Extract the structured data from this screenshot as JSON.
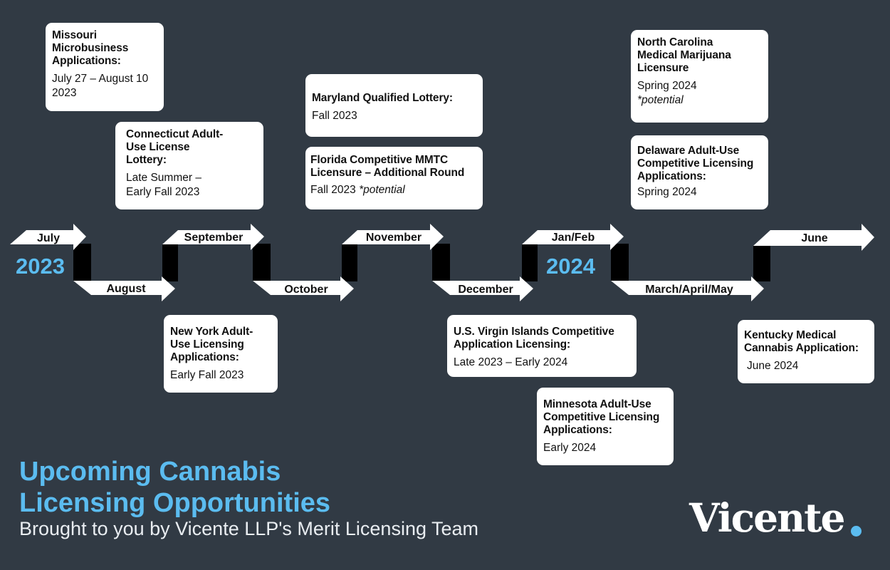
{
  "cards": [
    {
      "title": "Missouri Microbusiness Applications:",
      "value": "July 27 – August 10 2023",
      "note": ""
    },
    {
      "title": "Connecticut Adult-Use License Lottery:",
      "value": "Late Summer – Early Fall 2023",
      "note": ""
    },
    {
      "title": "New York Adult-Use Licensing Applications:",
      "value": "Early Fall 2023",
      "note": ""
    },
    {
      "title": "Maryland Qualified Lottery:",
      "value": "Fall 2023",
      "note": ""
    },
    {
      "title": "Florida Competitive MMTC Licensure – Additional Round",
      "value": "Fall 2023",
      "note": "*potential"
    },
    {
      "title": "U.S. Virgin Islands Competitive Application Licensing:",
      "value": "Late 2023 – Early 2024",
      "note": ""
    },
    {
      "title": "Minnesota Adult-Use Competitive Licensing Applications:",
      "value": "Early 2024",
      "note": ""
    },
    {
      "title": "North Carolina Medical Marijuana Licensure",
      "value": "Spring 2024",
      "note": "*potential"
    },
    {
      "title": "Delaware Adult-Use Competitive Licensing Applications:",
      "value": "Spring 2024",
      "note": ""
    },
    {
      "title": "Kentucky Medical Cannabis Application:",
      "value": "June 2024",
      "note": ""
    }
  ],
  "timeline": [
    "July",
    "August",
    "September",
    "October",
    "November",
    "December",
    "Jan/Feb",
    "March/April/May",
    "June"
  ],
  "years": [
    "2023",
    "2024"
  ],
  "title_line1": "Upcoming Cannabis",
  "title_line2": "Licensing Opportunities",
  "subtitle": "Brought to you by Vicente LLP's Merit Licensing Team",
  "logo": "Vicente",
  "colors": {
    "background": "#313a44",
    "accent": "#5bbcf0",
    "arrow": "#ffffff",
    "fold": "#000000"
  }
}
